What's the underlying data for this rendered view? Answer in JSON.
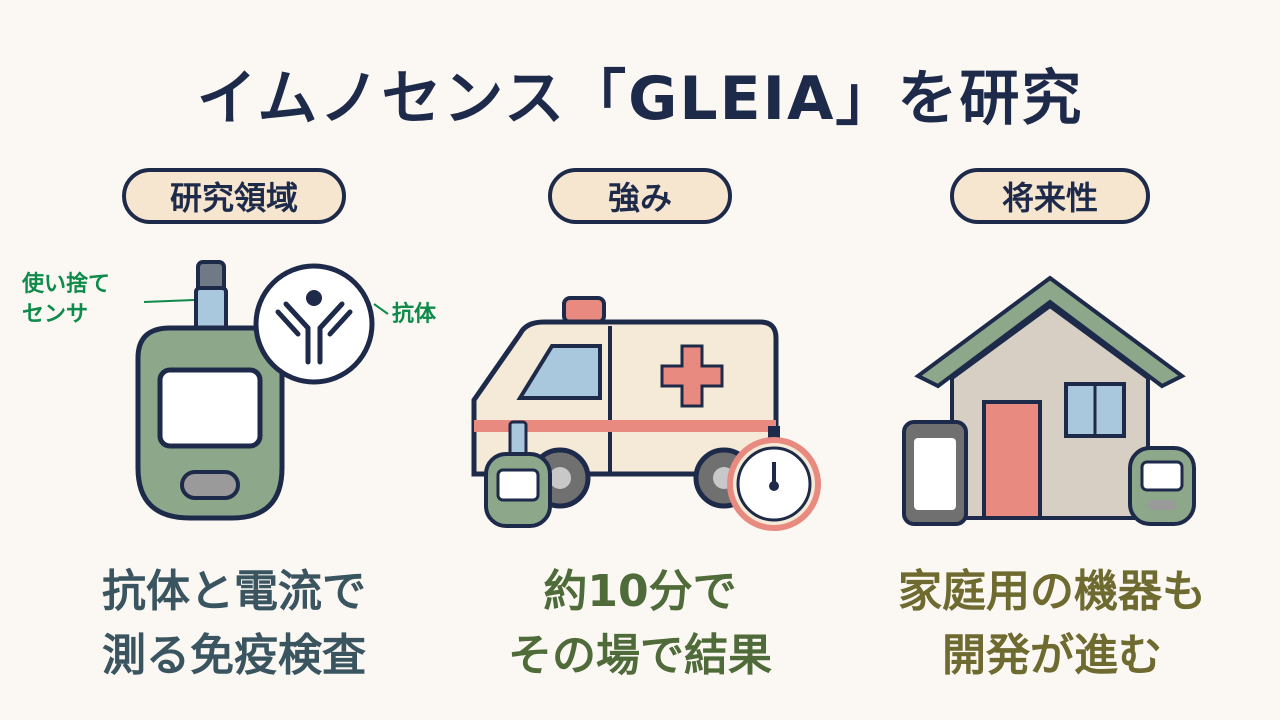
{
  "title": "イムノセンス「GLEIA」を研究",
  "sections": [
    {
      "label": "研究領域",
      "caption_line1": "抗体と電流で",
      "caption_line2": "測る免疫検査",
      "annotations": {
        "sensor_line1": "使い捨て",
        "sensor_line2": "センサ",
        "antibody": "抗体"
      }
    },
    {
      "label": "強み",
      "caption_line1": "約10分で",
      "caption_line2": "その場で結果"
    },
    {
      "label": "将来性",
      "caption_line1": "家庭用の機器も",
      "caption_line2": "開発が進む"
    }
  ],
  "colors": {
    "navy": "#1e2a4a",
    "pill_fill": "#f7e6cf",
    "device_green": "#8da78a",
    "accent_red": "#e88a80",
    "label_green": "#0e8a4a"
  }
}
